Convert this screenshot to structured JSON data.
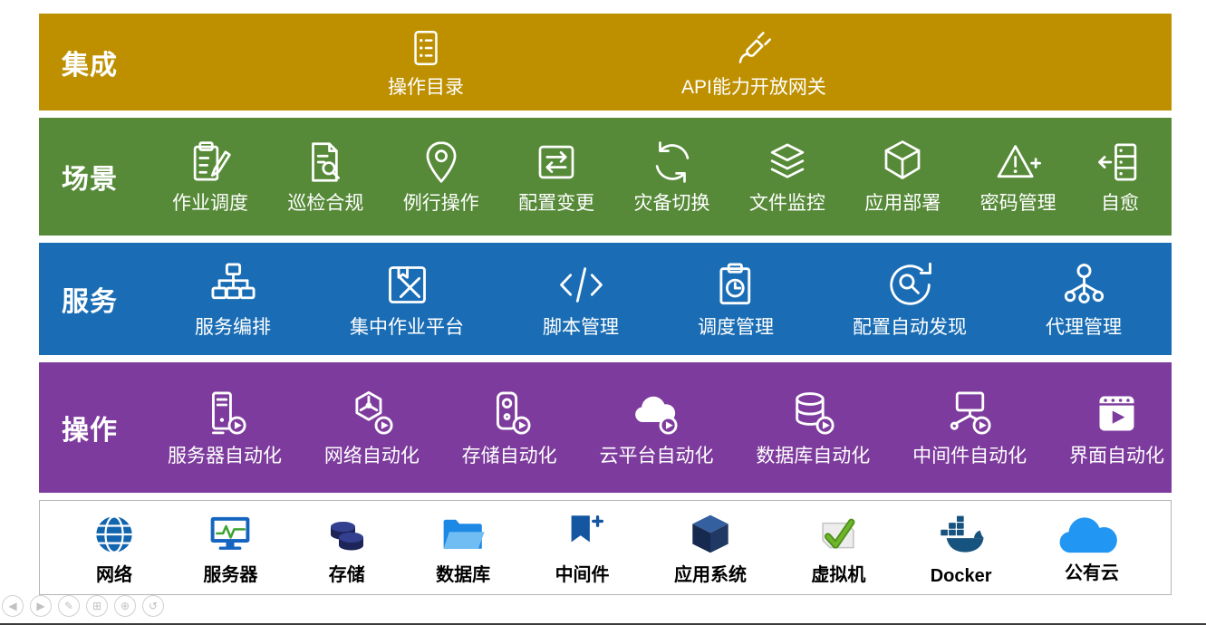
{
  "bands": [
    {
      "name": "integration",
      "label": "集成",
      "color": "#BE9000",
      "text_color": "#FFFFFF",
      "items": [
        {
          "label": "操作目录",
          "icon": "catalog"
        },
        {
          "label": "API能力开放网关",
          "icon": "plug"
        }
      ]
    },
    {
      "name": "scene",
      "label": "场景",
      "color": "#568A38",
      "text_color": "#FFFFFF",
      "items": [
        {
          "label": "作业调度",
          "icon": "clipboard-pencil"
        },
        {
          "label": "巡检合规",
          "icon": "doc-search"
        },
        {
          "label": "例行操作",
          "icon": "pin-gear"
        },
        {
          "label": "配置变更",
          "icon": "swap"
        },
        {
          "label": "灾备切换",
          "icon": "refresh"
        },
        {
          "label": "文件监控",
          "icon": "layers"
        },
        {
          "label": "应用部署",
          "icon": "cube"
        },
        {
          "label": "密码管理",
          "icon": "alert-plus"
        },
        {
          "label": "自愈",
          "icon": "heal"
        }
      ]
    },
    {
      "name": "service",
      "label": "服务",
      "color": "#1A6DB5",
      "text_color": "#FFFFFF",
      "items": [
        {
          "label": "服务编排",
          "icon": "flow"
        },
        {
          "label": "集中作业平台",
          "icon": "book-tools"
        },
        {
          "label": "脚本管理",
          "icon": "code"
        },
        {
          "label": "调度管理",
          "icon": "clipboard-clock"
        },
        {
          "label": "配置自动发现",
          "icon": "discover"
        },
        {
          "label": "代理管理",
          "icon": "agent"
        }
      ]
    },
    {
      "name": "operate",
      "label": "操作",
      "color": "#7D3B9D",
      "text_color": "#FFFFFF",
      "items": [
        {
          "label": "服务器自动化",
          "icon": "server-play"
        },
        {
          "label": "网络自动化",
          "icon": "network-play"
        },
        {
          "label": "存储自动化",
          "icon": "storage-play"
        },
        {
          "label": "云平台自动化",
          "icon": "cloud-play"
        },
        {
          "label": "数据库自动化",
          "icon": "database-play"
        },
        {
          "label": "中间件自动化",
          "icon": "middleware-play"
        },
        {
          "label": "界面自动化",
          "icon": "ui-play"
        }
      ]
    },
    {
      "name": "resource",
      "label": "",
      "color": "#FFFFFF",
      "text_color": "#000000",
      "border": "#B5B5B5",
      "items": [
        {
          "label": "网络",
          "icon": "globe",
          "color": "#1164AE"
        },
        {
          "label": "服务器",
          "icon": "monitor",
          "color": "#1565C0"
        },
        {
          "label": "存储",
          "icon": "disks",
          "color": "#32408F"
        },
        {
          "label": "数据库",
          "icon": "db-folder",
          "color": "#1E88E5"
        },
        {
          "label": "中间件",
          "icon": "flag",
          "color": "#1456A0"
        },
        {
          "label": "应用系统",
          "icon": "cube3d",
          "color": "#1F3864"
        },
        {
          "label": "虚拟机",
          "icon": "vm",
          "color": "#6FB52C"
        },
        {
          "label": "Docker",
          "icon": "docker",
          "color": "#17537F"
        },
        {
          "label": "公有云",
          "icon": "cloud",
          "color": "#2196F3"
        }
      ]
    }
  ],
  "viewer_controls": [
    {
      "name": "prev",
      "glyph": "◀"
    },
    {
      "name": "next",
      "glyph": "▶"
    },
    {
      "name": "pen",
      "glyph": "✎"
    },
    {
      "name": "shapes",
      "glyph": "⊞"
    },
    {
      "name": "zoom-in",
      "glyph": "⊕"
    },
    {
      "name": "history",
      "glyph": "↺"
    }
  ]
}
